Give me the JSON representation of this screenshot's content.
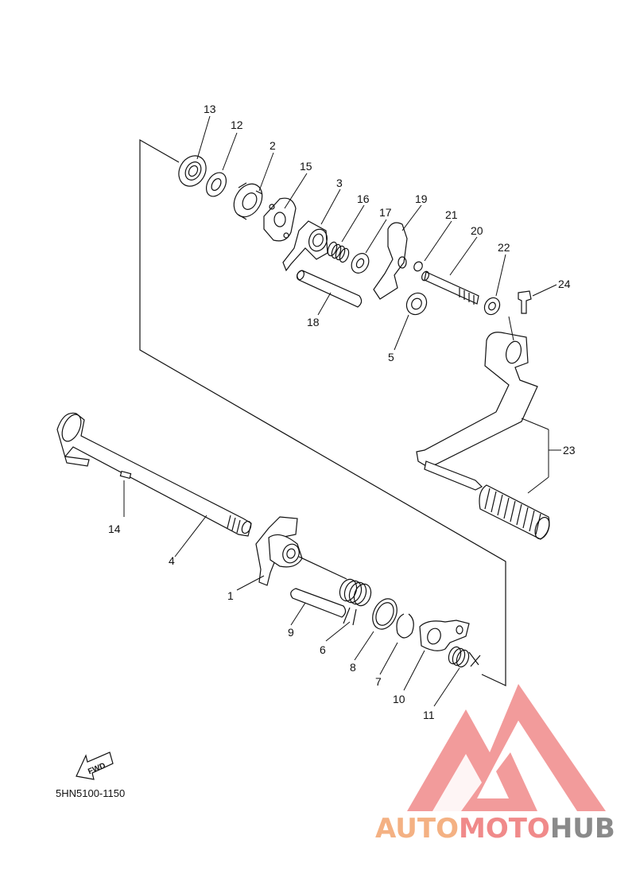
{
  "part_labels": {
    "p1": "1",
    "p2": "2",
    "p3": "3",
    "p4": "4",
    "p5": "5",
    "p6": "6",
    "p7": "7",
    "p8": "8",
    "p9": "9",
    "p10": "10",
    "p11": "11",
    "p12": "12",
    "p13": "13",
    "p14": "14",
    "p15": "15",
    "p16": "16",
    "p17": "17",
    "p18": "18",
    "p19": "19",
    "p20": "20",
    "p21": "21",
    "p22": "22",
    "p23": "23",
    "p24": "24"
  },
  "fwd_label": "FWD",
  "diagram_code": "5HN5100-1150",
  "watermark": {
    "part1": "AUTO",
    "part2": "MOTO",
    "part3": "HUB"
  },
  "colors": {
    "line": "#111111",
    "watermark_red": "#f08a8a",
    "watermark_orange": "#f4b183",
    "watermark_gray": "#8a8a8a"
  }
}
